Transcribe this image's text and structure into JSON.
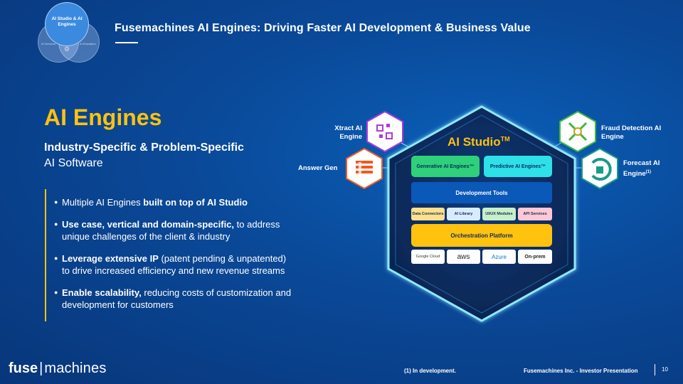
{
  "venn": {
    "center_label": "AI Studio & AI Engines",
    "left_label": "AI Services",
    "right_label": "AI Education"
  },
  "header": {
    "title": "Fusemachines AI Engines: Driving Faster AI Development & Business Value"
  },
  "left": {
    "heading": "AI Engines",
    "subheading_bold": "Industry-Specific & Problem-Specific",
    "subheading_regular": "AI Software",
    "bullets": [
      {
        "prefix": "Multiple AI Engines ",
        "bold": "built on top of AI Studio",
        "suffix": ""
      },
      {
        "prefix": "",
        "bold": "Use case, vertical and domain-specific,",
        "suffix": " to address unique challenges of the client & industry"
      },
      {
        "prefix": "",
        "bold": "Leverage extensive IP",
        "suffix": " (patent pending & unpatented) to drive increased efficiency and new revenue streams"
      },
      {
        "prefix": "",
        "bold": "Enable scalability,",
        "suffix": " reducing costs of customization and development for customers"
      }
    ]
  },
  "diagram": {
    "studio_title": "AI Studio",
    "studio_tm": "TM",
    "generative": "Generative AI Engines™",
    "predictive": "Predictive AI Engines™",
    "dev_tools": "Development Tools",
    "chips": [
      "Data Connectors",
      "AI Library",
      "UI/UX Modules",
      "API Services"
    ],
    "orchestration": "Orchestration Platform",
    "clouds": [
      "Google Cloud",
      "aws",
      "Azure",
      "On-prem"
    ],
    "engines": {
      "xtract": "Xtract AI Engine",
      "answer": "Answer Gen",
      "fraud": "Fraud Detection AI Engine",
      "forecast": "Forecast AI Engine",
      "forecast_sup": "(1)"
    },
    "colors": {
      "accent_yellow": "#ffc20e",
      "xtract": "#b03ad8",
      "answer": "#f05a22",
      "fraud": "#3cb83c",
      "forecast": "#1a9a8a"
    }
  },
  "footer": {
    "logo_bold": "fuse",
    "logo_sep": "|",
    "logo_regular": "machines",
    "note": "(1) In development.",
    "presentation": "Fusemachines Inc. - Investor Presentation",
    "page": "10"
  }
}
